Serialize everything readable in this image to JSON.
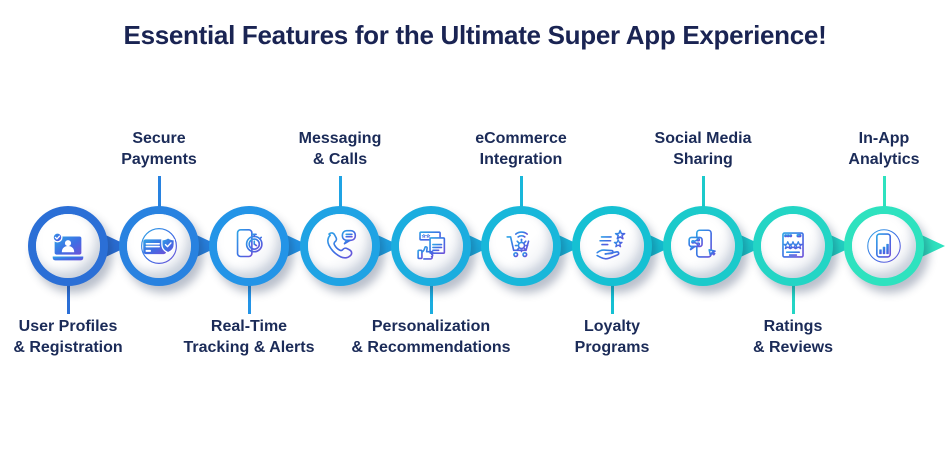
{
  "title": "Essential Features for the Ultimate Super App Experience!",
  "colors": {
    "title_text": "#1A2453",
    "label_text": "#1B2B58",
    "icon_gradient": [
      "#2FA4E6",
      "#3E6DE4",
      "#6E52D8"
    ]
  },
  "features": [
    {
      "label_line1": "User Profiles",
      "label_line2": "& Registration",
      "label_position": "below",
      "ring_color": "#2B6FD6",
      "icon": "laptop-user-icon"
    },
    {
      "label_line1": "Secure",
      "label_line2": "Payments",
      "label_position": "above",
      "ring_color": "#2882E0",
      "icon": "credit-card-shield-icon"
    },
    {
      "label_line1": "Real-Time",
      "label_line2": "Tracking & Alerts",
      "label_position": "below",
      "ring_color": "#2394E7",
      "icon": "phone-stopwatch-icon"
    },
    {
      "label_line1": "Messaging",
      "label_line2": "& Calls",
      "label_position": "above",
      "ring_color": "#1FA3E4",
      "icon": "phone-chat-icon"
    },
    {
      "label_line1": "Personalization",
      "label_line2": "& Recommendations",
      "label_position": "below",
      "ring_color": "#1BADDF",
      "icon": "browser-thumbs-up-icon"
    },
    {
      "label_line1": "eCommerce",
      "label_line2": "Integration",
      "label_position": "above",
      "ring_color": "#18B7DA",
      "icon": "cart-gear-wifi-icon"
    },
    {
      "label_line1": "Loyalty",
      "label_line2": "Programs",
      "label_position": "below",
      "ring_color": "#15C0D3",
      "icon": "hand-stars-icon"
    },
    {
      "label_line1": "Social Media",
      "label_line2": "Sharing",
      "label_position": "above",
      "ring_color": "#1BCACB",
      "icon": "phone-share-icon"
    },
    {
      "label_line1": "Ratings",
      "label_line2": "& Reviews",
      "label_position": "below",
      "ring_color": "#23D5C5",
      "icon": "browser-stars-icon"
    },
    {
      "label_line1": "In-App",
      "label_line2": "Analytics",
      "label_position": "above",
      "ring_color": "#2EE2BF",
      "icon": "phone-bar-chart-icon"
    }
  ]
}
